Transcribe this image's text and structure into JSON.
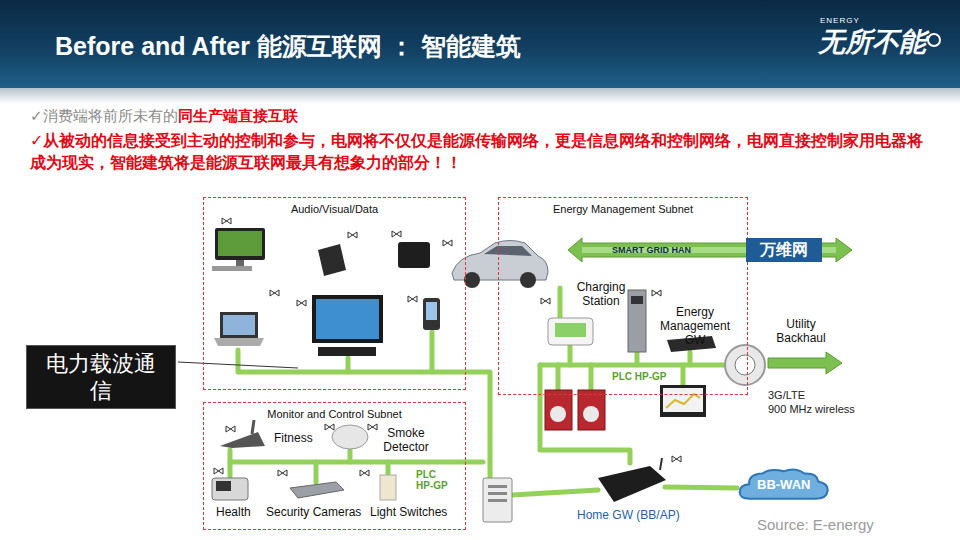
{
  "diagram": {
    "title": "Before and After 能源互联网 ： 智能建筑",
    "nodes": [
      {
        "text": [
          "Audio/Visual/Data"
        ]
      },
      {
        "text": [
          "Energy Management Subnet"
        ]
      },
      {
        "text": [
          "Monitor and Control Subnet"
        ]
      },
      {
        "text": [
          "万维网"
        ]
      },
      {
        "text": [
          "电力载波通信"
        ]
      },
      {
        "text": [
          "BB-WAN"
        ]
      }
    ],
    "labels": [
      "✓消费端将前所未有的",
      "同生产端直接互联",
      "✓从被动的信息接受到主动的控制和参与，电网将不仅仅是能源传输网络，更是信息网络和控制网络，电网直接控制家用电器将成为现实，智能建筑将是能源互联网最具有想象力的部分！！",
      "ENERGY",
      "无所不能",
      "SMART GRID HAN",
      "Charging Station",
      "Energy Management GW",
      "Utility Backhaul",
      "PLC HP-GP",
      "3G/LTE",
      "900 MHz wireless",
      "Fitness",
      "Smoke Detector",
      "PLC HP-GP",
      "Health",
      "Security Cameras",
      "Light Switches",
      "Home GW (BB/AP)",
      "Source: E-energy"
    ]
  }
}
